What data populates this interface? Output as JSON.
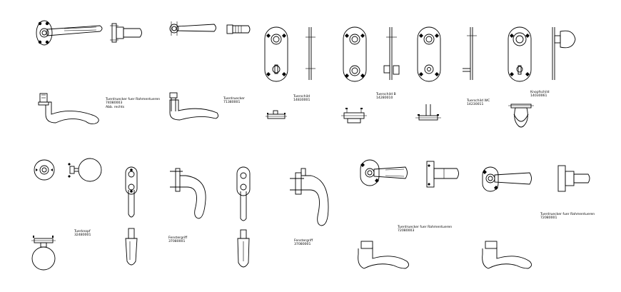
{
  "labels": {
    "l1": {
      "line1": "Tuerdruecker fuer Rahmentueren",
      "line2": "74080003",
      "line3": "Abb. rechts"
    },
    "l2": {
      "line1": "Tuerdruecker",
      "line2": "71380001"
    },
    "l3": {
      "line1": "Tuerschild",
      "line2": "14830001"
    },
    "l4": {
      "line1": "Tuerschild B",
      "line2": "14280010"
    },
    "l5": {
      "line1": "Tuerschild WC",
      "line2": "14230011"
    },
    "l6": {
      "line1": "Knopfschild",
      "line2": "14030061"
    },
    "l7": {
      "line1": "Tuerknopf",
      "line2": "32480001"
    },
    "l8": {
      "line1": "Fenstergriff",
      "line2": "37080001"
    },
    "l9": {
      "line1": "Fenstergriff",
      "line2": "37080001"
    },
    "l10": {
      "line1": "Tuerdruecker fuer Rahmentueren",
      "line2": "72080003"
    },
    "l11": {
      "line1": "Tuerdruecker fuer Rahmentueren",
      "line2": "72080001"
    }
  }
}
